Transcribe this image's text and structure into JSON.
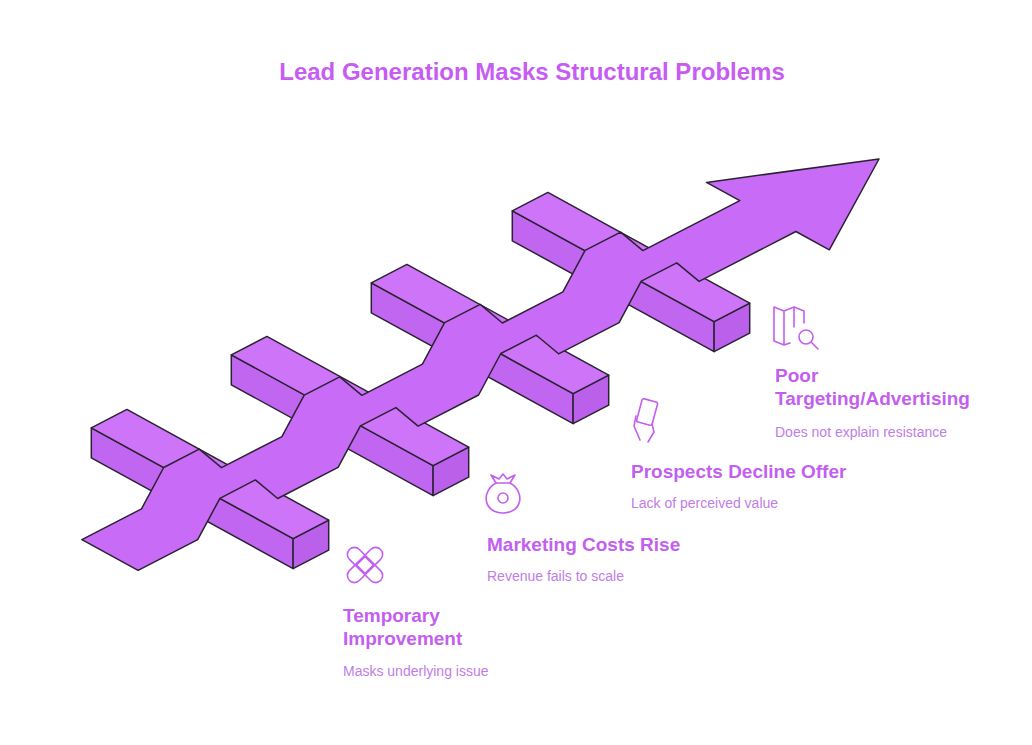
{
  "diagram": {
    "title": "Lead Generation Masks Structural Problems",
    "labels": [
      "Temporary Improvement",
      "Masks underlying issue",
      "Marketing Costs Rise",
      "Revenue fails to scale",
      "Prospects Decline Offer",
      "Lack of perceived value",
      "Poor Targeting/Advertising",
      "Does not explain resistance"
    ]
  }
}
